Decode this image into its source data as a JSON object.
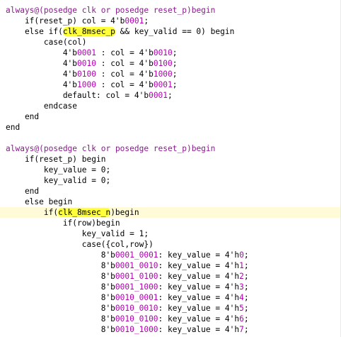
{
  "editor": {
    "current_line_index": 19,
    "lines": [
      [
        {
          "t": "always@(posedge clk ",
          "c": "kw"
        },
        {
          "t": "or",
          "c": "kw"
        },
        {
          "t": " posedge reset_p)begin",
          "c": "kw"
        }
      ],
      [
        {
          "t": "    if(reset_p) col = 4'b",
          "c": ""
        },
        {
          "t": "0001",
          "c": "num"
        },
        {
          "t": ";",
          "c": ""
        }
      ],
      [
        {
          "t": "    else if(",
          "c": ""
        },
        {
          "t": "clk_8msec_p",
          "c": "hl"
        },
        {
          "t": " && key_valid == 0) begin",
          "c": ""
        }
      ],
      [
        {
          "t": "        case(col)",
          "c": ""
        }
      ],
      [
        {
          "t": "            4'b",
          "c": ""
        },
        {
          "t": "0001",
          "c": "num"
        },
        {
          "t": " : col = 4'b",
          "c": ""
        },
        {
          "t": "0010",
          "c": "num"
        },
        {
          "t": ";",
          "c": ""
        }
      ],
      [
        {
          "t": "            4'b",
          "c": ""
        },
        {
          "t": "0010",
          "c": "num"
        },
        {
          "t": " : col = 4'b",
          "c": ""
        },
        {
          "t": "0100",
          "c": "num"
        },
        {
          "t": ";",
          "c": ""
        }
      ],
      [
        {
          "t": "            4'b",
          "c": ""
        },
        {
          "t": "0100",
          "c": "num"
        },
        {
          "t": " : col = 4'b",
          "c": ""
        },
        {
          "t": "1000",
          "c": "num"
        },
        {
          "t": ";",
          "c": ""
        }
      ],
      [
        {
          "t": "            4'b",
          "c": ""
        },
        {
          "t": "1000",
          "c": "num"
        },
        {
          "t": " : col = 4'b",
          "c": ""
        },
        {
          "t": "0001",
          "c": "num"
        },
        {
          "t": ";",
          "c": ""
        }
      ],
      [
        {
          "t": "            default: col = 4'b",
          "c": ""
        },
        {
          "t": "0001",
          "c": "num"
        },
        {
          "t": ";",
          "c": ""
        }
      ],
      [
        {
          "t": "        endcase",
          "c": ""
        }
      ],
      [
        {
          "t": "    end",
          "c": ""
        }
      ],
      [
        {
          "t": "end",
          "c": ""
        }
      ],
      [
        {
          "t": "",
          "c": ""
        }
      ],
      [
        {
          "t": "always@(posedge clk ",
          "c": "kw"
        },
        {
          "t": "or",
          "c": "kw"
        },
        {
          "t": " posedge reset_p)begin",
          "c": "kw"
        }
      ],
      [
        {
          "t": "    if(reset_p) begin",
          "c": ""
        }
      ],
      [
        {
          "t": "        key_value = 0;",
          "c": ""
        }
      ],
      [
        {
          "t": "        key_valid = 0;",
          "c": ""
        }
      ],
      [
        {
          "t": "    end",
          "c": ""
        }
      ],
      [
        {
          "t": "    else begin",
          "c": ""
        }
      ],
      [
        {
          "t": "        if(",
          "c": ""
        },
        {
          "t": "clk_8msec_n",
          "c": "hl"
        },
        {
          "t": ")begin",
          "c": ""
        }
      ],
      [
        {
          "t": "            if(row)begin",
          "c": ""
        }
      ],
      [
        {
          "t": "                key_valid = 1;",
          "c": ""
        }
      ],
      [
        {
          "t": "                case({col,row})",
          "c": ""
        }
      ],
      [
        {
          "t": "                    8'b",
          "c": ""
        },
        {
          "t": "0001_0001",
          "c": "num"
        },
        {
          "t": ": key_value = 4'h",
          "c": ""
        },
        {
          "t": "0",
          "c": "num"
        },
        {
          "t": ";",
          "c": ""
        }
      ],
      [
        {
          "t": "                    8'b",
          "c": ""
        },
        {
          "t": "0001_0010",
          "c": "num"
        },
        {
          "t": ": key_value = 4'h",
          "c": ""
        },
        {
          "t": "1",
          "c": "num"
        },
        {
          "t": ";",
          "c": ""
        }
      ],
      [
        {
          "t": "                    8'b",
          "c": ""
        },
        {
          "t": "0001_0100",
          "c": "num"
        },
        {
          "t": ": key_value = 4'h",
          "c": ""
        },
        {
          "t": "2",
          "c": "num"
        },
        {
          "t": ";",
          "c": ""
        }
      ],
      [
        {
          "t": "                    8'b",
          "c": ""
        },
        {
          "t": "0001_1000",
          "c": "num"
        },
        {
          "t": ": key_value = 4'h",
          "c": ""
        },
        {
          "t": "3",
          "c": "num"
        },
        {
          "t": ";",
          "c": ""
        }
      ],
      [
        {
          "t": "                    8'b",
          "c": ""
        },
        {
          "t": "0010_0001",
          "c": "num"
        },
        {
          "t": ": key_value = 4'h",
          "c": ""
        },
        {
          "t": "4",
          "c": "num"
        },
        {
          "t": ";",
          "c": ""
        }
      ],
      [
        {
          "t": "                    8'b",
          "c": ""
        },
        {
          "t": "0010_0010",
          "c": "num"
        },
        {
          "t": ": key_value = 4'h",
          "c": ""
        },
        {
          "t": "5",
          "c": "num"
        },
        {
          "t": ";",
          "c": ""
        }
      ],
      [
        {
          "t": "                    8'b",
          "c": ""
        },
        {
          "t": "0010_0100",
          "c": "num"
        },
        {
          "t": ": key_value = 4'h",
          "c": ""
        },
        {
          "t": "6",
          "c": "num"
        },
        {
          "t": ";",
          "c": ""
        }
      ],
      [
        {
          "t": "                    8'b",
          "c": ""
        },
        {
          "t": "0010_1000",
          "c": "num"
        },
        {
          "t": ": key_value = 4'h",
          "c": ""
        },
        {
          "t": "7",
          "c": "num"
        },
        {
          "t": ";",
          "c": ""
        }
      ]
    ]
  },
  "colors": {
    "keyword": "#8a1a8e",
    "number": "#b000b0",
    "highlight": "#ffff3a",
    "current_line": "#fffbd8"
  }
}
